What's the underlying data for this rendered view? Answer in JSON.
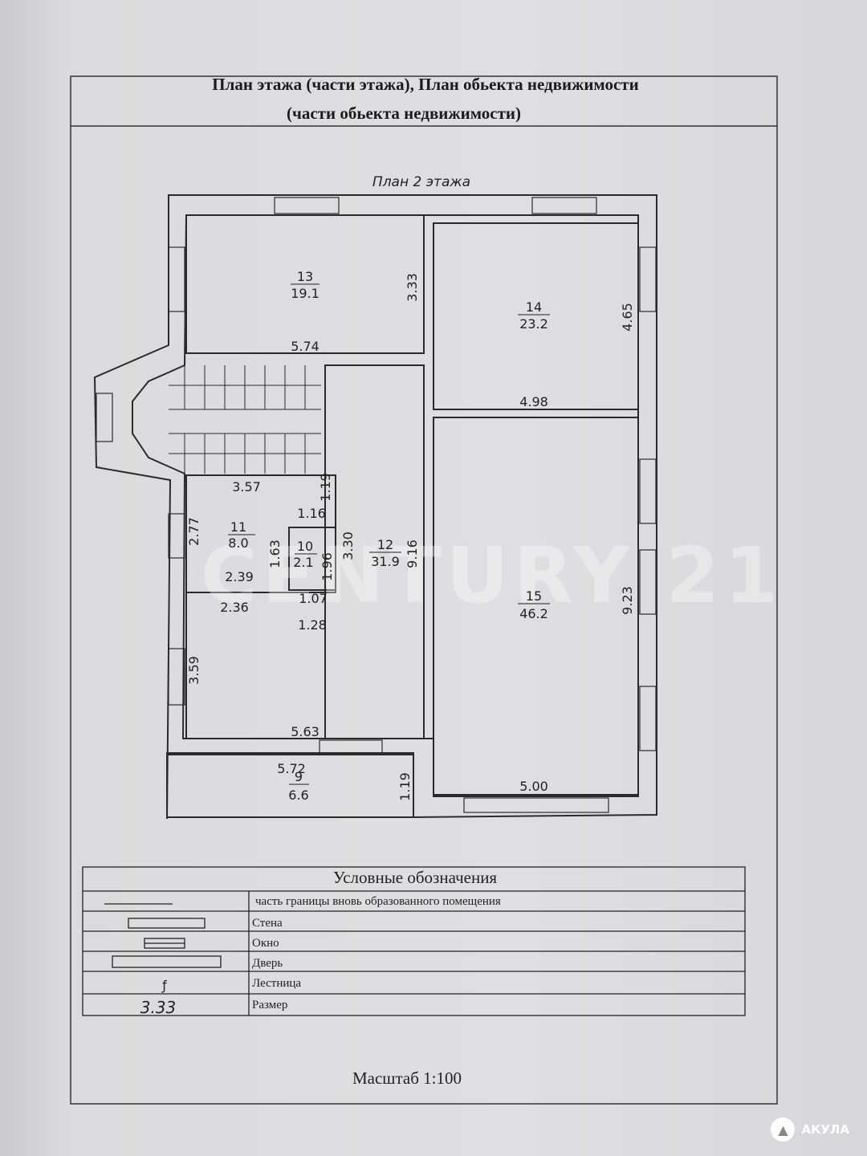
{
  "document": {
    "title_line1": "План этажа (части этажа), План обьекта недвижимости",
    "title_line2": "(части обьекта недвижимости)",
    "plan_title": "План 2 этажа",
    "scale": "Масштаб 1:100"
  },
  "rooms": [
    {
      "number": "13",
      "area": "19.1"
    },
    {
      "number": "14",
      "area": "23.2"
    },
    {
      "number": "12",
      "area": "31.9"
    },
    {
      "number": "11",
      "area": "8.0"
    },
    {
      "number": "10",
      "area": "2.1"
    },
    {
      "number": "15",
      "area": "46.2"
    },
    {
      "number": "9",
      "area": "6.6"
    }
  ],
  "dimensions": [
    "5.74",
    "3.33",
    "4.65",
    "4.98",
    "3.57",
    "1.19",
    "1.16",
    "2.77",
    "1.63",
    "3.30",
    "1.96",
    "9.16",
    "2.39",
    "2.36",
    "1.07",
    "1.28",
    "9.23",
    "3.59",
    "5.63",
    "5.72",
    "1.19",
    "5.00"
  ],
  "legend": {
    "title": "Условные обозначения",
    "items": [
      {
        "symbol": "line",
        "label": "часть границы вновь образованного помещения"
      },
      {
        "symbol": "wall",
        "label": "Стена"
      },
      {
        "symbol": "window",
        "label": "Окно"
      },
      {
        "symbol": "door",
        "label": "Дверь"
      },
      {
        "symbol": "stairs",
        "label": "Лестница"
      },
      {
        "symbol": "3.33",
        "label": "Размер"
      }
    ]
  },
  "watermark": "CENTURY 21",
  "brand": "АКУЛА"
}
